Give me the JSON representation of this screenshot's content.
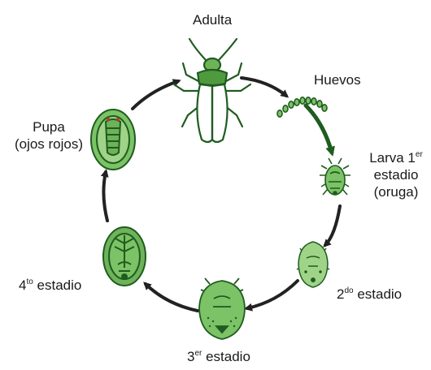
{
  "stages": {
    "adult": {
      "label": "Adulta"
    },
    "eggs": {
      "label": "Huevos"
    },
    "larva1": {
      "line1_main": "Larva 1",
      "line1_sup": "er",
      "line2": "estadio",
      "line3": "(oruga)"
    },
    "stage2": {
      "num": "2",
      "sup": "do",
      "rest": " estadio"
    },
    "stage3": {
      "num": "3",
      "sup": "er",
      "rest": " estadio"
    },
    "stage4": {
      "num": "4",
      "sup": "to",
      "rest": " estadio"
    },
    "pupa": {
      "line1": "Pupa",
      "line2": "(ojos rojos)"
    }
  },
  "colors": {
    "dark_green": "#1f5c1f",
    "mid_green": "#4f9a3f",
    "light_green": "#9fd488",
    "arrow": "#222222"
  }
}
